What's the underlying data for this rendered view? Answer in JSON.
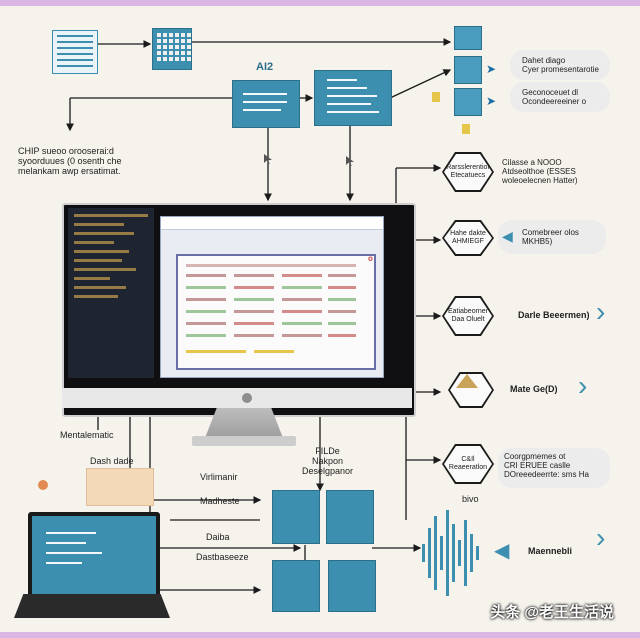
{
  "header": {
    "center_label": "AI2"
  },
  "left_texts": {
    "chip_note": "CHIP  sueoo orooserai:d\nsyoorduues (0 osenth che\nmelankam awp ersatimat.",
    "mentalematic": "Mentalematic",
    "dash_dade": "Dash dade"
  },
  "monitor": {
    "screen_title": "",
    "sheet_alert": "ᴏ"
  },
  "right_texts": {
    "top_line1": "Dahet diago\nCyer promesentarotie",
    "top_line2": "Geconoceuet dl\nOcondeereeiner o",
    "hex1_label": "Rarsslerentior\nEtecatuecs",
    "hex1_text": "Cilasse a NOOO\nAtdseolthoe (ESSES\nwoleoelecnen Hatter)",
    "hex2_label": "Hahe dakte\nAHMIEGF",
    "hex2_text": "Comebreer olos\nMKHB5)",
    "hex3_label": "Eatiabeorner\nDaa Oluelt",
    "hex3_text": "Darle Beeermen)",
    "hex4_label": "",
    "hex4_text": "Mate Ge(D)",
    "hex5_label": "C&Il\nReaeeratlon",
    "hex5_text": "Coorgpmemes ot\nCRI ERUEE caslle\nDOreeedeerrte: sms Ha",
    "wave_text": "Maennebli"
  },
  "bottom_texts": {
    "file_label": "FILDe\nNakpon\nDeselgpanor",
    "vinusanir": "Virlimanir",
    "madiheste": "Madheste",
    "daiba": "Daiba",
    "darlbeseeze": "Dastbaseeze",
    "bivo": "bivo"
  },
  "watermark": {
    "text": "头条 @老王生活说"
  },
  "colors": {
    "tile_blue": "#3d8fb0",
    "background": "#f6f2ec",
    "edge": "#d9b6e3"
  }
}
